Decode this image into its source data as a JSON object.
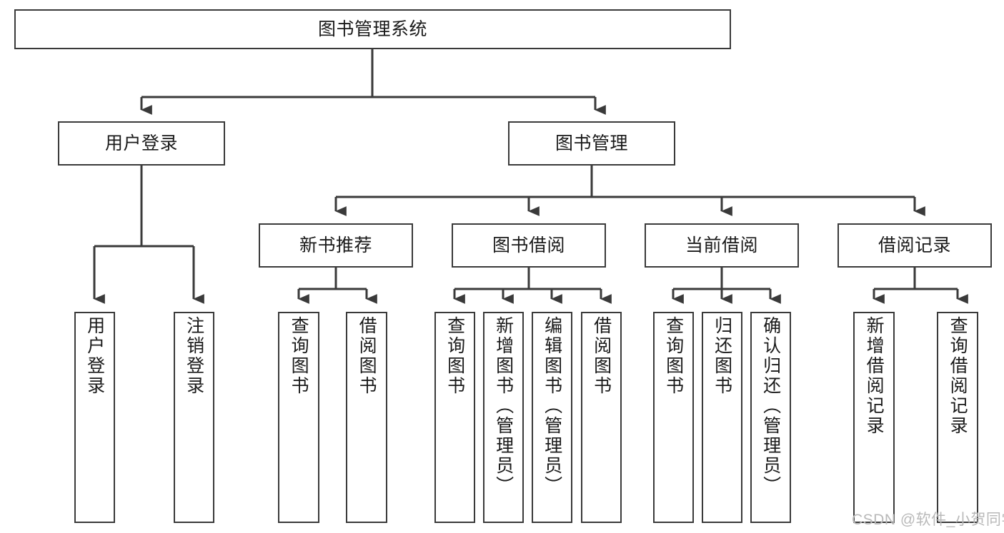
{
  "diagram": {
    "title": "图书管理系统",
    "type": "tree-hierarchy",
    "stroke_color": "#3a3a3a",
    "fill_color": "#ffffff",
    "text_color": "#1a1a1a"
  },
  "root": {
    "label": "图书管理系统"
  },
  "level1": [
    {
      "label": "用户登录"
    },
    {
      "label": "图书管理"
    }
  ],
  "level2": [
    {
      "label": "新书推荐"
    },
    {
      "label": "图书借阅"
    },
    {
      "label": "当前借阅"
    },
    {
      "label": "借阅记录"
    }
  ],
  "leaves": {
    "user_login": [
      {
        "label": "用户登录"
      },
      {
        "label": "注销登录"
      }
    ],
    "new_book_recommend": [
      {
        "label": "查询图书"
      },
      {
        "label": "借阅图书"
      }
    ],
    "book_borrow": [
      {
        "label": "查询图书"
      },
      {
        "label": "新增图书（管理员）"
      },
      {
        "label": "编辑图书（管理员）"
      },
      {
        "label": "借阅图书"
      }
    ],
    "current_borrow": [
      {
        "label": "查询图书"
      },
      {
        "label": "归还图书"
      },
      {
        "label": "确认归还（管理员）"
      }
    ],
    "borrow_record": [
      {
        "label": "新增借阅记录"
      },
      {
        "label": "查询借阅记录"
      }
    ]
  },
  "watermark": {
    "text": "CSDN @软件_小贺同学",
    "color": "#b9b9b9"
  }
}
